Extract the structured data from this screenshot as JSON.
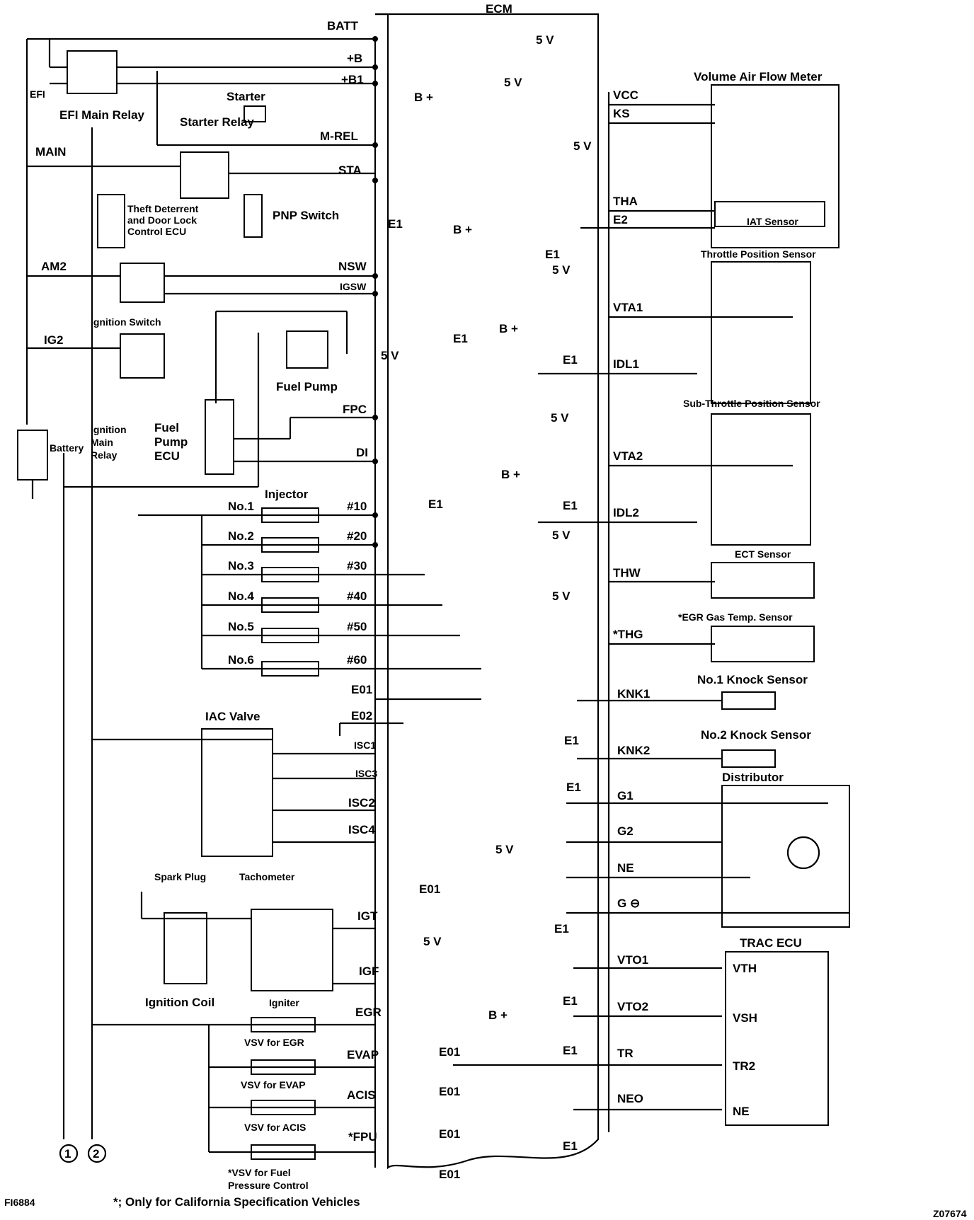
{
  "ecm": {
    "title": "ECM"
  },
  "left_pins": [
    "BATT",
    "+B",
    "+B1",
    "M-REL",
    "STA",
    "NSW",
    "IGSW",
    "FPC",
    "DI",
    "#10",
    "#20",
    "#30",
    "#40",
    "#50",
    "#60",
    "E01",
    "E02",
    "ISC1",
    "ISC3",
    "ISC2",
    "ISC4",
    "IGT",
    "IGF",
    "EGR",
    "EVAP",
    "ACIS",
    "*FPU"
  ],
  "right_pins": [
    "VCC",
    "KS",
    "THA",
    "E2",
    "VTA1",
    "IDL1",
    "VTA2",
    "IDL2",
    "THW",
    "*THG",
    "KNK1",
    "KNK2",
    "G1",
    "G2",
    "NE",
    "G ⊖",
    "VTO1",
    "VTO2",
    "TR",
    "NEO"
  ],
  "components": {
    "efi_fuse": "EFI",
    "efi_main_relay": "EFI Main Relay",
    "starter": "Starter",
    "starter_relay": "Starter Relay",
    "main": "MAIN",
    "theft_ecu": [
      "Theft Deterrent",
      "and Door Lock",
      "Control ECU"
    ],
    "pnp_switch": "PNP Switch",
    "am2": "AM2",
    "ignition_switch": "Ignition Switch",
    "ig2": "IG2",
    "fuel_pump": "Fuel Pump",
    "ignition_main_relay": [
      "Ignition",
      "Main",
      "Relay"
    ],
    "fuel_pump_ecu": [
      "Fuel",
      "Pump",
      "ECU"
    ],
    "battery": "Battery",
    "injector": "Injector",
    "injectors": [
      "No.1",
      "No.2",
      "No.3",
      "No.4",
      "No.5",
      "No.6"
    ],
    "iac_valve": "IAC Valve",
    "spark_plug": "Spark Plug",
    "tachometer": "Tachometer",
    "ignition_coil": "Ignition Coil",
    "igniter": "Igniter",
    "vsv_egr": "VSV for EGR",
    "vsv_evap": "VSV for EVAP",
    "vsv_acis": "VSV for ACIS",
    "vsv_fpc": [
      "*VSV for Fuel",
      "Pressure Control"
    ],
    "vaf_meter": "Volume Air Flow Meter",
    "iat_sensor": "IAT Sensor",
    "tps": "Throttle Position Sensor",
    "sub_tps": "Sub-Throttle Position Sensor",
    "ect_sensor": "ECT Sensor",
    "egr_temp": "*EGR Gas Temp. Sensor",
    "knock1": "No.1 Knock Sensor",
    "knock2": "No.2 Knock Sensor",
    "distributor": "Distributor",
    "trac_ecu": "TRAC ECU",
    "trac_pins": [
      "VTH",
      "VSH",
      "TR2",
      "NE"
    ]
  },
  "voltage_labels": {
    "v5": "5 V",
    "bplus": "B +"
  },
  "ground_labels": {
    "e1": "E1",
    "e01": "E01"
  },
  "connectors": [
    "1",
    "2"
  ],
  "footer": {
    "figure_id": "FI6884",
    "note": "*; Only for California Specification Vehicles",
    "code": "Z07674"
  }
}
